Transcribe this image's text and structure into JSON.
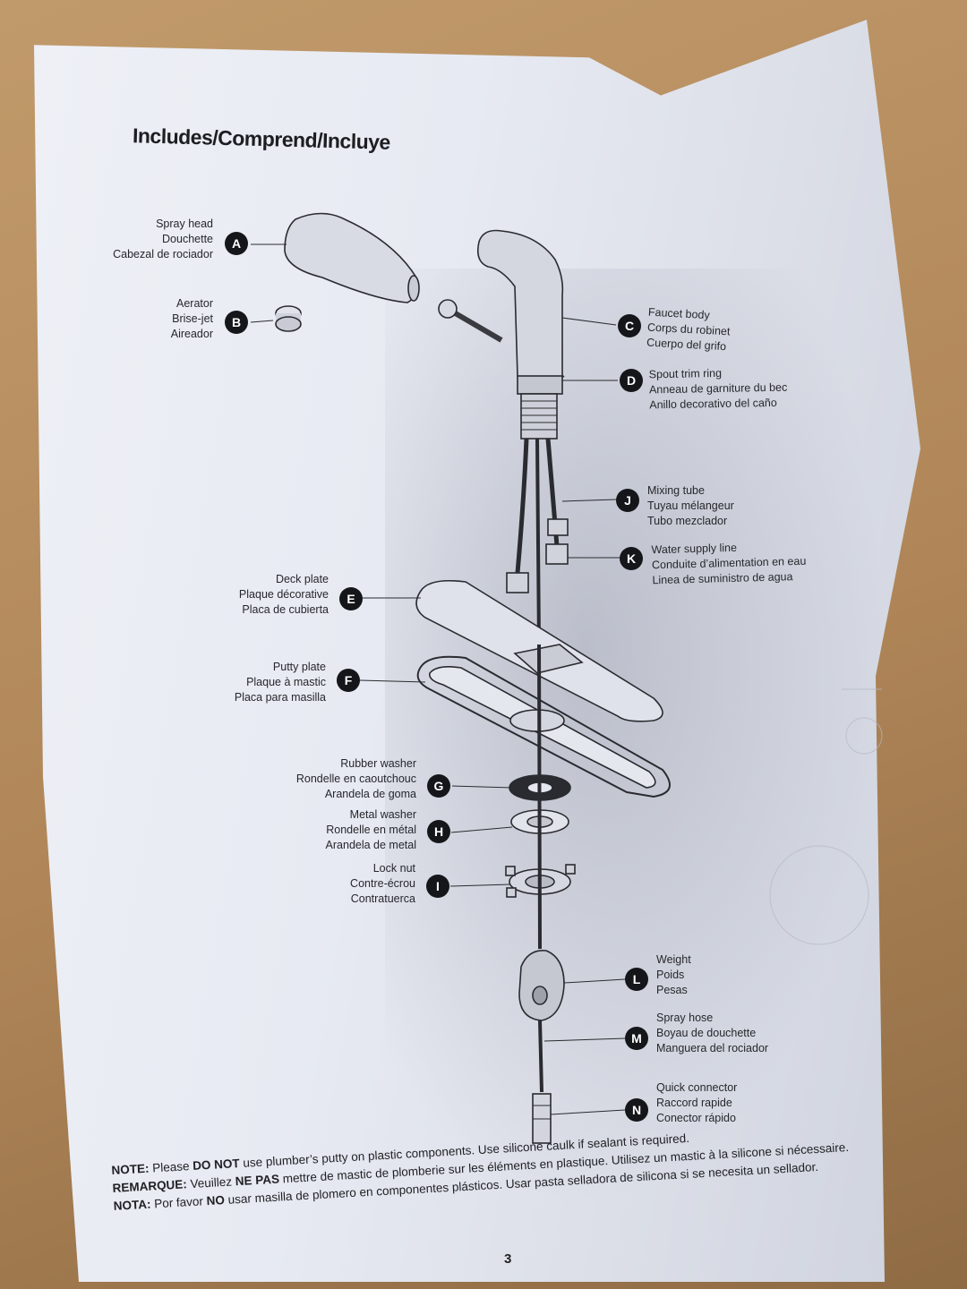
{
  "title": "Includes/Comprend/Incluye",
  "parts": [
    {
      "letter": "A",
      "lines": [
        "Spray head",
        "Douchette",
        "Cabezal de rociador"
      ]
    },
    {
      "letter": "B",
      "lines": [
        "Aerator",
        "Brise-jet",
        "Aireador"
      ]
    },
    {
      "letter": "C",
      "lines": [
        "Faucet body",
        "Corps du robinet",
        "Cuerpo del grifo"
      ]
    },
    {
      "letter": "D",
      "lines": [
        "Spout trim ring",
        "Anneau de garniture du bec",
        "Anillo decorativo del caño"
      ]
    },
    {
      "letter": "J",
      "lines": [
        "Mixing tube",
        "Tuyau mélangeur",
        "Tubo mezclador"
      ]
    },
    {
      "letter": "K",
      "lines": [
        "Water supply line",
        "Conduite d’alimentation en eau",
        "Linea de suministro de agua"
      ]
    },
    {
      "letter": "E",
      "lines": [
        "Deck plate",
        "Plaque décorative",
        "Placa de cubierta"
      ]
    },
    {
      "letter": "F",
      "lines": [
        "Putty plate",
        "Plaque à mastic",
        "Placa para masilla"
      ]
    },
    {
      "letter": "G",
      "lines": [
        "Rubber washer",
        "Rondelle en caoutchouc",
        "Arandela de goma"
      ]
    },
    {
      "letter": "H",
      "lines": [
        "Metal washer",
        "Rondelle en métal",
        "Arandela de metal"
      ]
    },
    {
      "letter": "I",
      "lines": [
        "Lock nut",
        "Contre-écrou",
        "Contratuerca"
      ]
    },
    {
      "letter": "L",
      "lines": [
        "Weight",
        "Poids",
        "Pesas"
      ]
    },
    {
      "letter": "M",
      "lines": [
        "Spray hose",
        "Boyau de douchette",
        "Manguera del rociador"
      ]
    },
    {
      "letter": "N",
      "lines": [
        "Quick connector",
        "Raccord rapide",
        "Conector rápido"
      ]
    }
  ],
  "note": [
    {
      "label": "NOTE:",
      "pre": "Please",
      "strong": "DO NOT",
      "post": "use plumber’s putty on plastic components. Use silicone caulk if sealant is required."
    },
    {
      "label": "REMARQUE:",
      "pre": "Veuillez",
      "strong": "NE PAS",
      "post": "mettre de mastic de plomberie sur les éléments en plastique. Utilisez un mastic à la silicone si nécessaire."
    },
    {
      "label": "NOTA:",
      "pre": "Por favor",
      "strong": "NO",
      "post": "usar masilla de plomero en componentes plásticos. Usar pasta selladora de silicona si se necesita un sellador."
    }
  ],
  "page_number": "3"
}
